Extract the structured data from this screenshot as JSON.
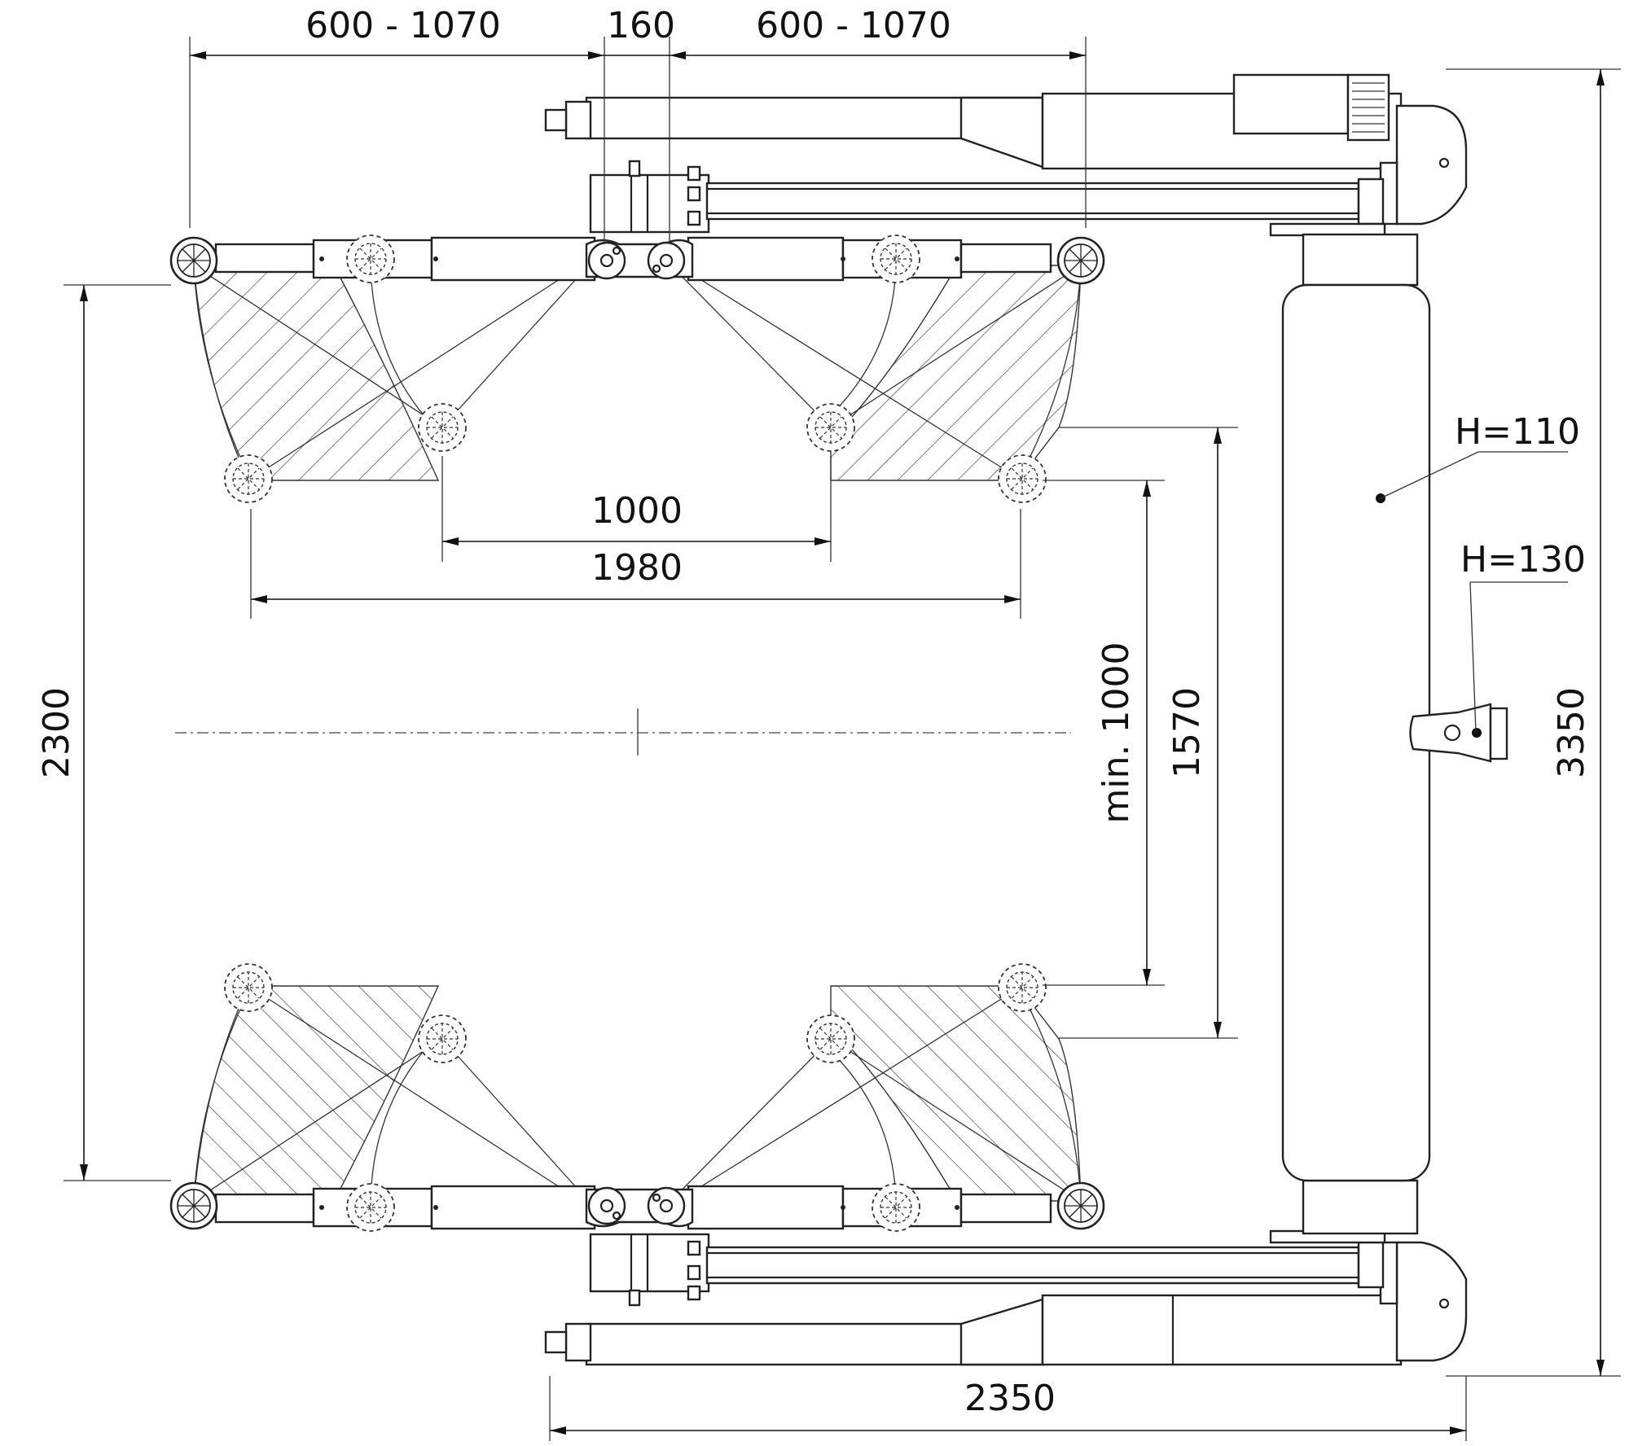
{
  "dimensions": {
    "arm_range_left": "600 - 1070",
    "column_spacing": "160",
    "arm_range_right": "600 - 1070",
    "inner_pad_distance": "1000",
    "outer_pad_distance": "1980",
    "arm_length_total": "2300",
    "min_opening": "min. 1000",
    "max_opening": "1570",
    "overall_height": "3350",
    "overall_width": "2350"
  },
  "labels": {
    "base_plate_height": "H=110",
    "cover_height": "H=130"
  }
}
